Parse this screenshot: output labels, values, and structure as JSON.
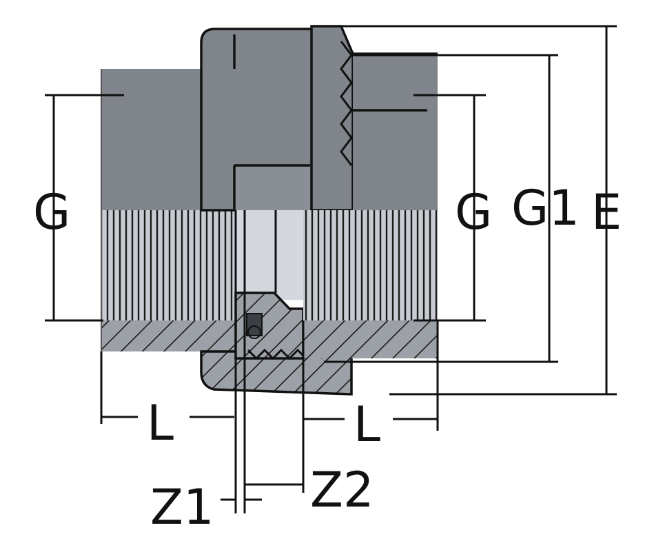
{
  "diagram": {
    "labels": {
      "g_left": "G",
      "g_right": "G",
      "g1": "G1",
      "e": "E",
      "l_left": "L",
      "l_right": "L",
      "z1": "Z1",
      "z2": "Z2"
    },
    "colors": {
      "body": "#80858b",
      "thread": "#c8ccd2",
      "section": "#9ca1a7",
      "line": "#111111"
    }
  }
}
